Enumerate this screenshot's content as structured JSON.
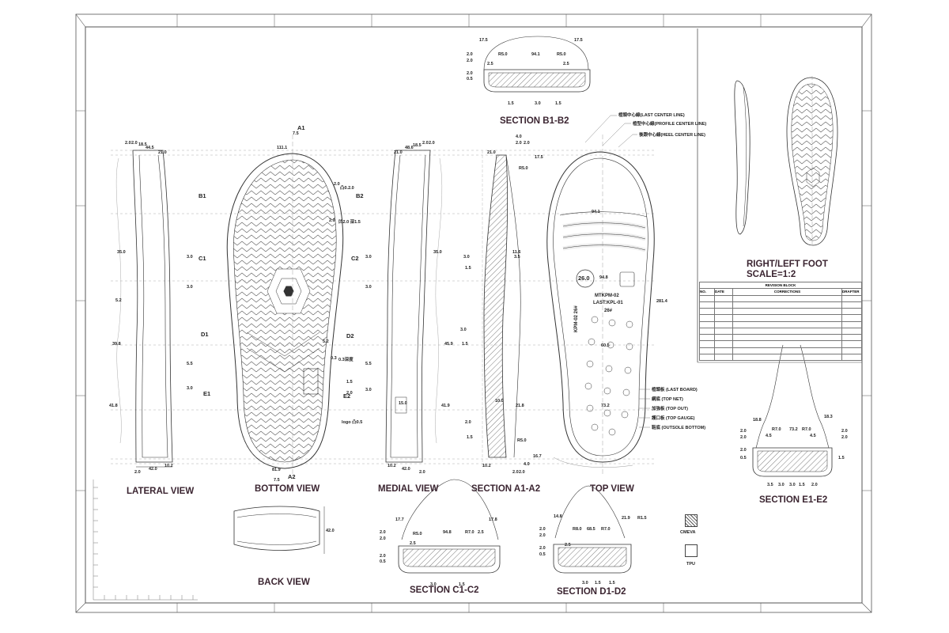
{
  "views": {
    "lateral": "LATERAL VIEW",
    "bottom": "BOTTOM VIEW",
    "medial": "MEDIAL VIEW",
    "section_a": "SECTION A1-A2",
    "top": "TOP VIEW",
    "back": "BACK VIEW",
    "section_b": "SECTION B1-B2",
    "section_c": "SECTION C1-C2",
    "section_d": "SECTION D1-D2",
    "section_e": "SECTION E1-E2",
    "right_left_foot": "RIGHT/LEFT FOOT",
    "scale": "SCALE=1:2"
  },
  "section_markers": {
    "a1": "A1",
    "a2": "A2",
    "b1": "B1",
    "b2": "B2",
    "c1": "C1",
    "c2": "C2",
    "d1": "D1",
    "d2": "D2",
    "e1": "E1",
    "e2": "E2"
  },
  "center_lines": {
    "last": "楦頭中心線(LAST CENTER LINE)",
    "profile": "楦型中心線(PROFILE CENTER LINE)",
    "heel": "後跟中心線(HEEL CENTER LINE)"
  },
  "components": {
    "last_board": "楦頭板 (LAST BOARD)",
    "top_net": "網底 (TOP NET)",
    "top_out": "加強板 (TOP OUT)",
    "top_gauge": "護口板 (TOP GAUGE)",
    "outsole_bottom": "鞋底 (OUTSOLE BOTTOM)"
  },
  "revision_block": {
    "title": "REVISION BLOCK",
    "headers": [
      "NO.",
      "DATE",
      "CORRECTIONS",
      "DRAFTER"
    ]
  },
  "legend": {
    "cmeva": "CMEVA",
    "tpu": "TPU"
  },
  "logo_note": "logo 凸0.5",
  "top_view_text": {
    "size_badge": "26.0",
    "model": "MTKPM-02",
    "last": "LAST:KPL-01",
    "size": "26#",
    "side_mark": "KPM-02 26#"
  },
  "dimensions": {
    "bottom_width_top": "111.1",
    "bottom_width_bottom": "81.9",
    "bottom_a1": "7.5",
    "bottom_a2": "7.5",
    "lateral_top": [
      "2.0",
      "2.0",
      "18.5",
      "44.5",
      "21.0"
    ],
    "lateral_side": [
      "35.0",
      "3.0",
      "3.0",
      "5.2",
      "39.8",
      "5.5",
      "3.0",
      "41.8"
    ],
    "lateral_bottom": [
      "2.0",
      "42.0",
      "10.2"
    ],
    "bottom_notes": [
      "2.0",
      "凸0.2.0",
      "2.0",
      "凹2.0 深1.5",
      "5.2",
      "0.3",
      "0.3深度",
      "1.5",
      "2.0"
    ],
    "medial_top": [
      "21.0",
      "48.6",
      "18.5",
      "2.0",
      "2.0"
    ],
    "medial_side": [
      "3.0",
      "3.0",
      "35.0",
      "5.5",
      "3.0",
      "45.9",
      "15.0",
      "41.9"
    ],
    "medial_bottom": [
      "10.2",
      "42.0",
      "2.0"
    ],
    "sec_a_top": [
      "4.0",
      "2.0",
      "2.0",
      "21.0",
      "17.5",
      "R5.0"
    ],
    "sec_a_side": [
      "3.0",
      "1.5",
      "3.0",
      "1.5",
      "2.0",
      "1.5",
      "11.6",
      "3.5",
      "10.0",
      "21.8",
      "R5.0",
      "16.7",
      "10.2",
      "2.0",
      "2.0",
      "4.0"
    ],
    "top_view": [
      "94.1",
      "94.8",
      "60.5",
      "73.2",
      "281.4"
    ],
    "sec_b": [
      "17.5",
      "17.5",
      "R5.0",
      "94.1",
      "R5.0",
      "2.5",
      "2.5",
      "2.0",
      "2.0",
      "2.0",
      "0.5",
      "1.5",
      "3.0",
      "1.5"
    ],
    "sec_c": [
      "17.7",
      "17.8",
      "R5.0",
      "94.8",
      "R7.0",
      "2.5",
      "2.5",
      "2.0",
      "2.0",
      "2.0",
      "0.5",
      "3.0",
      "1.5"
    ],
    "sec_d": [
      "14.8",
      "R8.0",
      "68.5",
      "R7.0",
      "21.9",
      "R1.5",
      "2.0",
      "2.0",
      "2.0",
      "0.5",
      "2.5",
      "3.0",
      "1.5",
      "1.5"
    ],
    "sec_e": [
      "18.8",
      "R7.0",
      "73.2",
      "R7.0",
      "18.3",
      "4.5",
      "4.5",
      "2.0",
      "2.0",
      "2.0",
      "0.5",
      "3.5",
      "3.0",
      "3.0",
      "1.5",
      "2.0",
      "1.5",
      "2.0",
      "2.0"
    ],
    "back": [
      "42.0"
    ]
  },
  "colors": {
    "title": "#3b2531",
    "line": "#222222",
    "frame": "#555555"
  }
}
